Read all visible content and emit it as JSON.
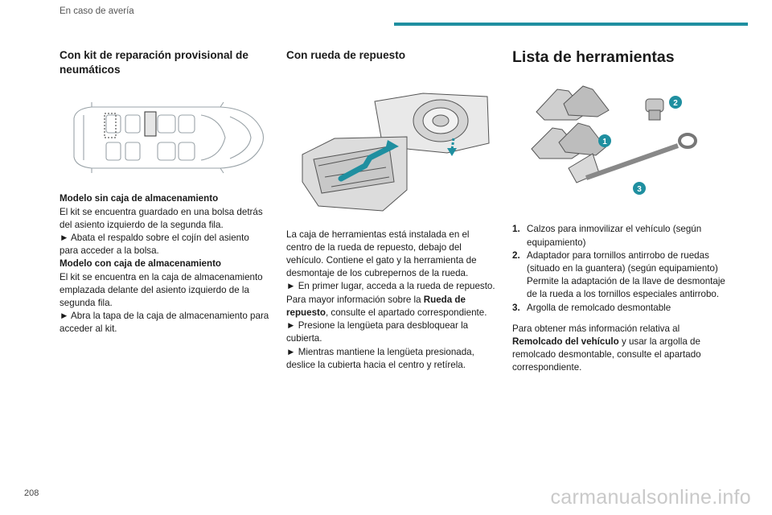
{
  "header": {
    "section_title": "En caso de avería",
    "accent_color": "#1f8fa0"
  },
  "col1": {
    "heading": "Con kit de reparación provisional de neumáticos",
    "illustration_icon": "car-top-view-icon",
    "lines": [
      {
        "bold": "Modelo sin caja de almacenamiento",
        "text": ""
      },
      {
        "bold": "",
        "text": "El kit se encuentra guardado en una bolsa detrás del asiento izquierdo de la segunda fila."
      },
      {
        "bold": "",
        "text": "► Abata el respaldo sobre el cojín del asiento para acceder a la bolsa."
      },
      {
        "bold": "Modelo con caja de almacenamiento",
        "text": ""
      },
      {
        "bold": "",
        "text": "El kit se encuentra en la caja de almacenamiento emplazada delante del asiento izquierdo de la segunda fila."
      },
      {
        "bold": "",
        "text": "► Abra la tapa de la caja de almacenamiento para acceder al kit."
      }
    ]
  },
  "col2": {
    "heading": "Con rueda de repuesto",
    "illustration_icon": "spare-wheel-toolbox-icon",
    "p1": "La caja de herramientas está instalada en el centro de la rueda de repuesto, debajo del vehículo. Contiene el gato y la herramienta de desmontaje de los cubrepernos de la rueda.",
    "p2_pre": "► En primer lugar, acceda a la rueda de repuesto. Para mayor información sobre la ",
    "p2_bold": "Rueda de repuesto",
    "p2_post": ", consulte el apartado correspondiente.",
    "p3": "► Presione la lengüeta para desbloquear la cubierta.",
    "p4": "► Mientras mantiene la lengüeta presionada, deslice la cubierta hacia el centro y retírela."
  },
  "col3": {
    "heading": "Lista de herramientas",
    "illustration_icon": "tools-list-icon",
    "callouts": [
      "1",
      "2",
      "3"
    ],
    "items": [
      {
        "num": "1.",
        "text": "Calzos para inmovilizar el vehículo (según equipamiento)"
      },
      {
        "num": "2.",
        "text": "Adaptador para tornillos antirrobo de ruedas (situado en la guantera) (según equipamiento) Permite la adaptación de la llave de desmontaje de la rueda a los tornillos especiales antirrobo."
      },
      {
        "num": "3.",
        "text": "Argolla de remolcado desmontable"
      }
    ],
    "para_pre": "Para obtener más información relativa al ",
    "para_bold": "Remolcado del vehículo",
    "para_post": " y usar la argolla de remolcado desmontable, consulte el apartado correspondiente."
  },
  "footer": {
    "page_number": "208",
    "watermark": "carmanualsonline.info"
  }
}
